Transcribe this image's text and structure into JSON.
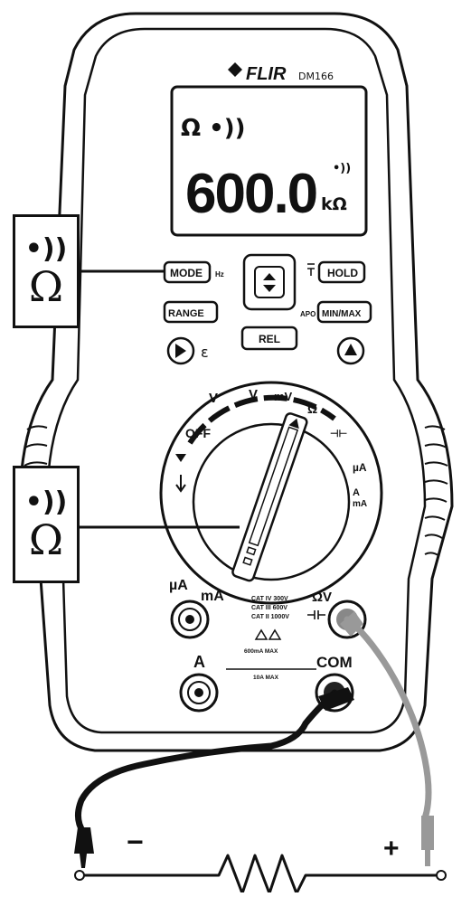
{
  "brand": {
    "logo_text": "FLIR",
    "model": "DM166"
  },
  "display": {
    "mode_symbols": "Ω •))",
    "reading": "600.0",
    "unit": "kΩ",
    "continuity_icon": "•))"
  },
  "buttons": {
    "mode": "MODE",
    "hz": "Hz",
    "range": "RANGE",
    "hold": "HOLD",
    "minmax": "MIN/MAX",
    "apo": "APO",
    "rel": "REL",
    "epsilon": "ε"
  },
  "dial": {
    "off": "OFF",
    "v_ac": "V",
    "v_dc": "V",
    "mv": "mV",
    "ohm": "Ω",
    "cap": "⊣⊢",
    "ua": "µA",
    "a_ma": "A",
    "ma": "mA"
  },
  "jacks": {
    "ua_ma": "µA",
    "ma": "mA",
    "a": "A",
    "com": "COM",
    "ohm_v": "ΩV",
    "cat_lines": [
      "CAT IV 300V",
      "CAT III 600V",
      "CAT II 1000V"
    ],
    "fuse_ma": "600mA MAX",
    "fuse_a": "10A MAX"
  },
  "callouts": {
    "continuity_symbol": "•))",
    "ohm_symbol": "Ω"
  },
  "circuit": {
    "minus": "−",
    "plus": "+"
  }
}
